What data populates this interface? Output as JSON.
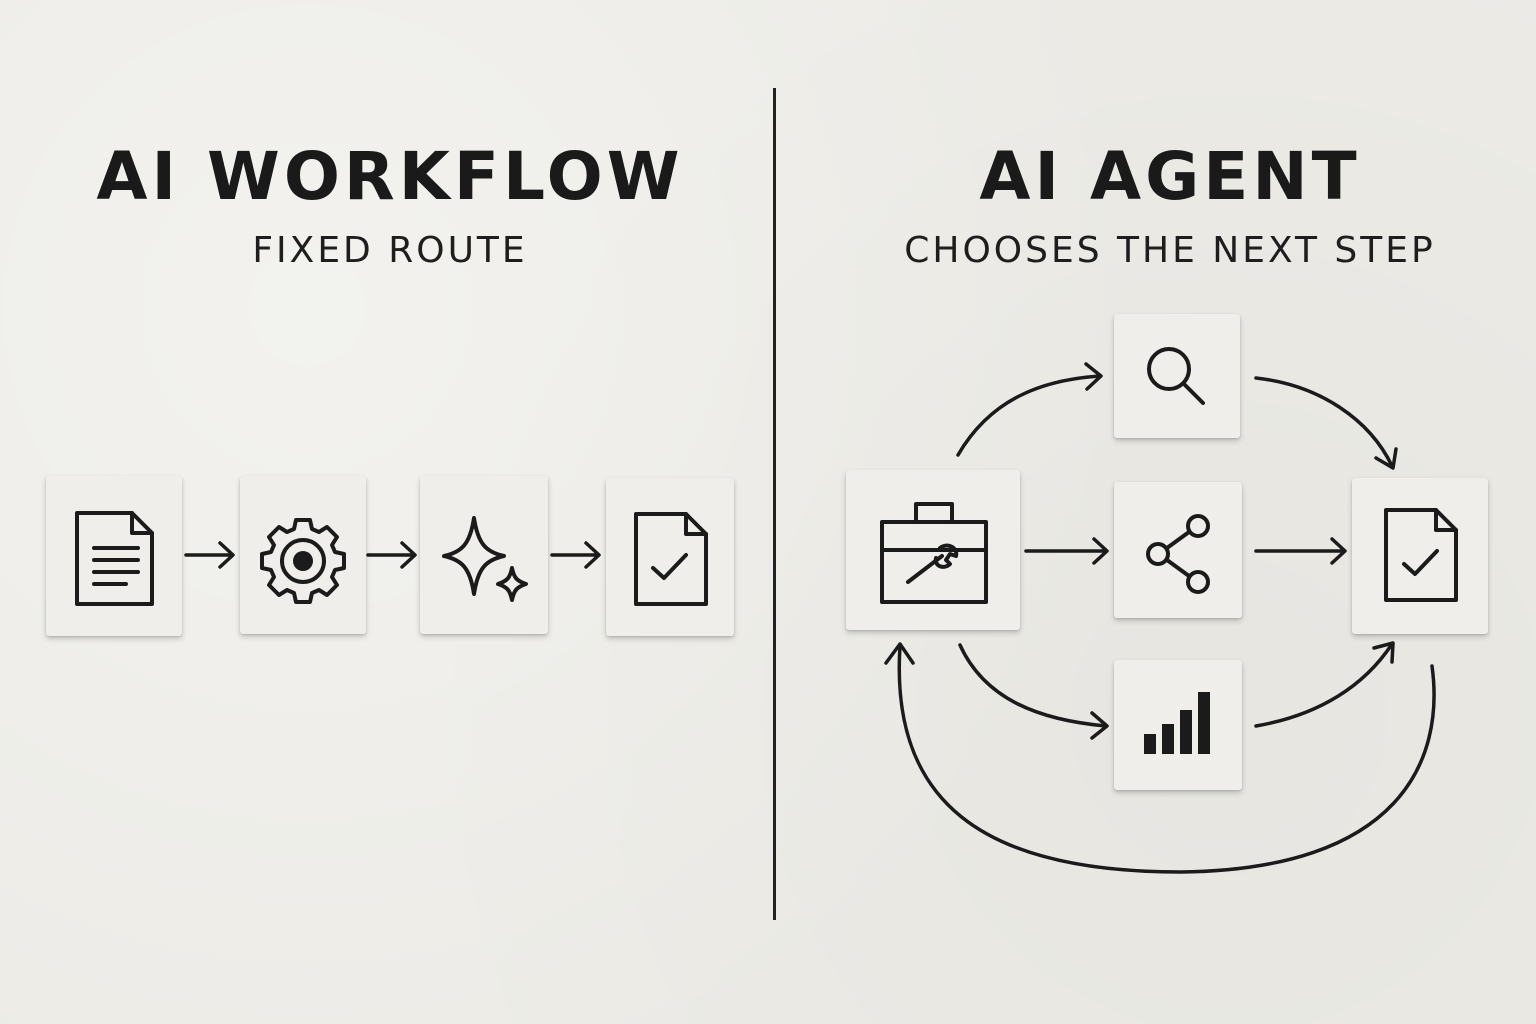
{
  "left_panel": {
    "title": "AI WORKFLOW",
    "subtitle": "FIXED ROUTE",
    "steps": [
      {
        "icon": "document-icon"
      },
      {
        "icon": "gear-icon"
      },
      {
        "icon": "sparkle-icon"
      },
      {
        "icon": "document-check-icon"
      }
    ]
  },
  "right_panel": {
    "title": "AI AGENT",
    "subtitle": "CHOOSES THE NEXT STEP",
    "nodes": [
      {
        "icon": "toolbox-icon"
      },
      {
        "icon": "search-icon"
      },
      {
        "icon": "share-icon"
      },
      {
        "icon": "bar-chart-icon"
      },
      {
        "icon": "document-check-icon"
      }
    ]
  },
  "colors": {
    "background": "#ecebe6",
    "card": "#efeeea",
    "ink": "#1b1b1b"
  }
}
